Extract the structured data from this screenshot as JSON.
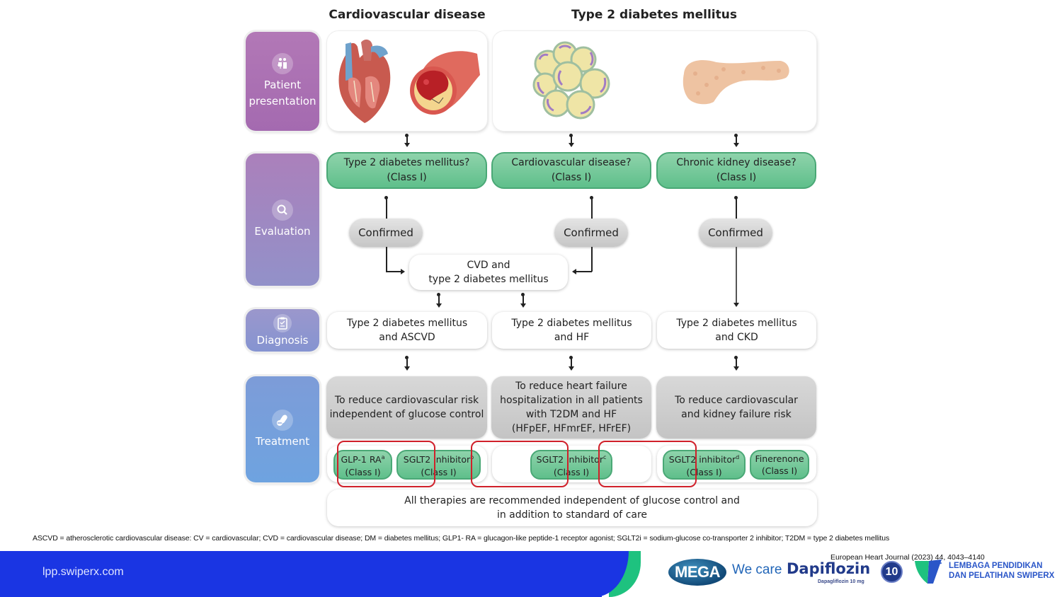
{
  "columns": {
    "cardiovascular": "Cardiovascular disease",
    "diabetes": "Type 2 diabetes mellitus"
  },
  "stages": [
    {
      "label_line1": "Patient",
      "label_line2": "presentation",
      "icon": "patient-doctor-icon"
    },
    {
      "label_line1": "Evaluation",
      "label_line2": "",
      "icon": "magnifier-icon"
    },
    {
      "label_line1": "Diagnosis",
      "label_line2": "",
      "icon": "clipboard-icon"
    },
    {
      "label_line1": "Treatment",
      "label_line2": "",
      "icon": "pills-icon"
    }
  ],
  "images": {
    "heart": "heart-illustration",
    "artery": "artery-plaque-illustration",
    "cells": "adipocyte-cluster-illustration",
    "pancreas": "pancreas-illustration"
  },
  "evaluation": [
    {
      "question": "Type 2 diabetes mellitus?",
      "class": "(Class I)"
    },
    {
      "question": "Cardiovascular disease?",
      "class": "(Class I)"
    },
    {
      "question": "Chronic kidney disease?",
      "class": "(Class I)"
    }
  ],
  "confirmed_label": "Confirmed",
  "merge": {
    "line1": "CVD and",
    "line2": "type 2 diabetes mellitus"
  },
  "diagnosis": [
    {
      "line1": "Type 2 diabetes mellitus",
      "line2": "and ASCVD"
    },
    {
      "line1": "Type 2 diabetes mellitus",
      "line2": "and HF"
    },
    {
      "line1": "Type 2 diabetes mellitus",
      "line2": "and CKD"
    }
  ],
  "goals": [
    {
      "lines": [
        "To reduce cardiovascular risk",
        "independent of glucose control"
      ]
    },
    {
      "lines": [
        "To reduce heart failure",
        "hospitalization in all patients",
        "with T2DM and HF",
        "(HFpEF, HFmrEF, HFrEF)"
      ]
    },
    {
      "lines": [
        "To reduce cardiovascular",
        "and kidney failure risk"
      ]
    }
  ],
  "drugs": [
    {
      "name": "GLP-1 RA",
      "sup": "a",
      "class": "(Class I)"
    },
    {
      "name": "SGLT2 inhibitor",
      "sup": "b",
      "class": "(Class I)"
    },
    {
      "name": "SGLT2 inhibitor",
      "sup": "c",
      "class": "(Class I)"
    },
    {
      "name": "SGLT2 inhibitor",
      "sup": "d",
      "class": "(Class I)"
    },
    {
      "name": "Finerenone",
      "sup": "",
      "class": "(Class I)"
    }
  ],
  "note": {
    "line1": "All therapies are recommended independent of glucose control and",
    "line2": "in addition to standard of care"
  },
  "abbreviations": "ASCVD = atherosclerotic cardiovascular disease: CV = cardiovascular; CVD = cardiovascular disease; DM = diabetes mellitus; GLP1- RA = glucagon-like peptide-1 receptor agonist; SGLT2i = sodium-glucose co-transporter 2 inhibitor; T2DM = type 2 diabetes mellitus",
  "footer": {
    "url": "lpp.swiperx.com",
    "reference": "European Heart Journal (2023) 44, 4043–4140",
    "mega": "MEGA",
    "we_care": "We care",
    "brand": "Dapiflozin",
    "brand_sub": "Dapagliflozin 10 mg",
    "dose_badge": "10",
    "institution_line1": "LEMBAGA PENDIDIKAN",
    "institution_line2": "DAN PELATIHAN SWIPERX"
  },
  "colors": {
    "green_box": "#6cc596",
    "grey_box": "#cfcfcf",
    "highlight_red": "#d0202a",
    "footer_blue": "#1a35e3",
    "footer_green": "#1ec27f"
  }
}
